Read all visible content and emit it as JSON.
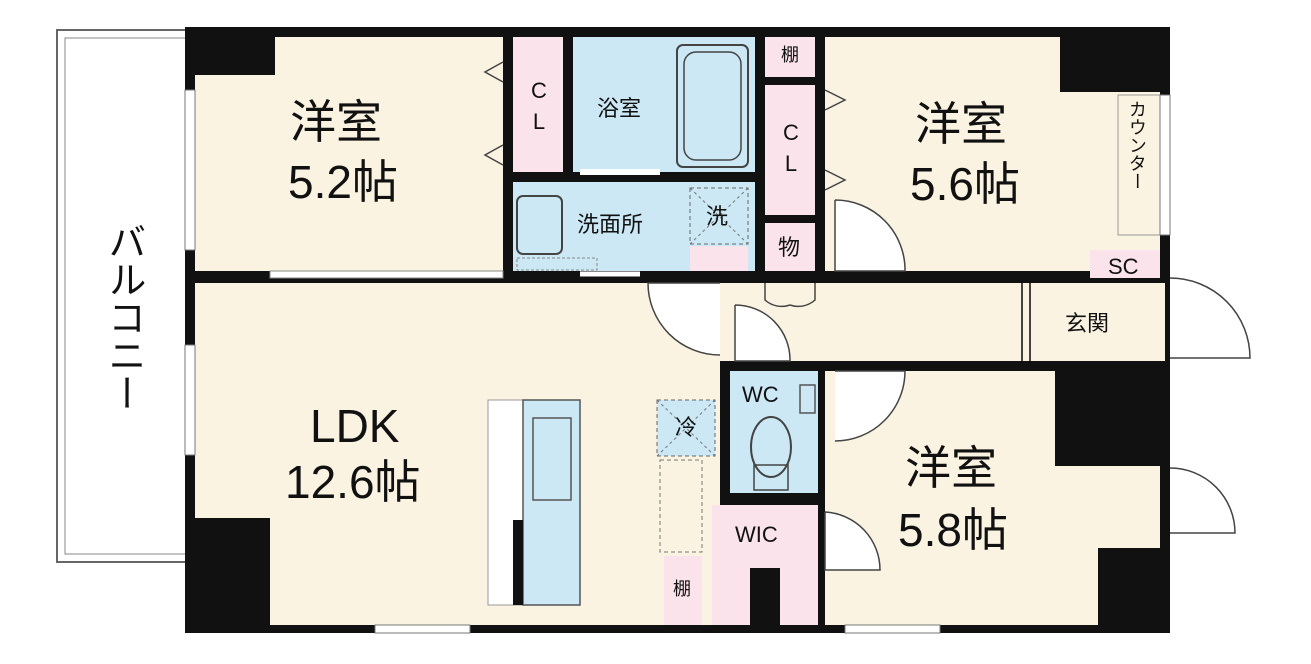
{
  "rooms": {
    "western_1": {
      "name": "洋室",
      "size": "5.2帖"
    },
    "western_2": {
      "name": "洋室",
      "size": "5.6帖"
    },
    "western_3": {
      "name": "洋室",
      "size": "5.8帖"
    },
    "ldk": {
      "name": "LDK",
      "size": "12.6帖"
    }
  },
  "labels": {
    "balcony": "バルコニー",
    "closet_1": "CL",
    "closet_2": "CL",
    "bath": "浴室",
    "washroom": "洗面所",
    "washer": "洗",
    "storage": "物",
    "shelf_top": "棚",
    "shelf_bottom": "棚",
    "counter": "カウンター",
    "shoe_closet": "SC",
    "entrance": "玄関",
    "toilet": "WC",
    "walk_in_closet": "WIC",
    "fridge": "冷"
  },
  "colors": {
    "room_floor": "#faf3e1",
    "wet_area": "#cce8f5",
    "storage": "#fbe3ec",
    "wall": "#111111",
    "balcony_line": "#666666"
  }
}
